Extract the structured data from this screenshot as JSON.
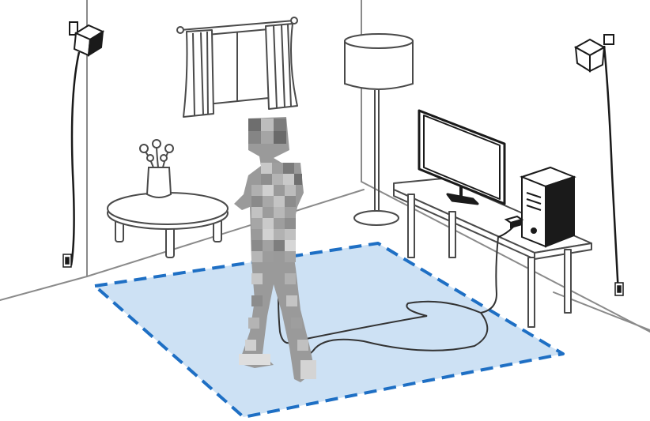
{
  "illustration": {
    "subject": "vr-room-scale-setup",
    "elements": [
      "base-station-left",
      "base-station-right",
      "window-with-curtains",
      "floor-lamp",
      "side-table-with-vase",
      "monitor",
      "desk",
      "pc-tower",
      "link-box",
      "play-area",
      "user-figure",
      "headset-cable",
      "power-outlet-left",
      "power-outlet-right"
    ]
  },
  "colors": {
    "line": "#4a4a4a",
    "wall_line": "#8a8a8a",
    "play_area_fill": "#cde1f4",
    "play_area_border": "#1e6fc4",
    "figure": "#8c8c8c",
    "device": "#1a1a1a"
  }
}
